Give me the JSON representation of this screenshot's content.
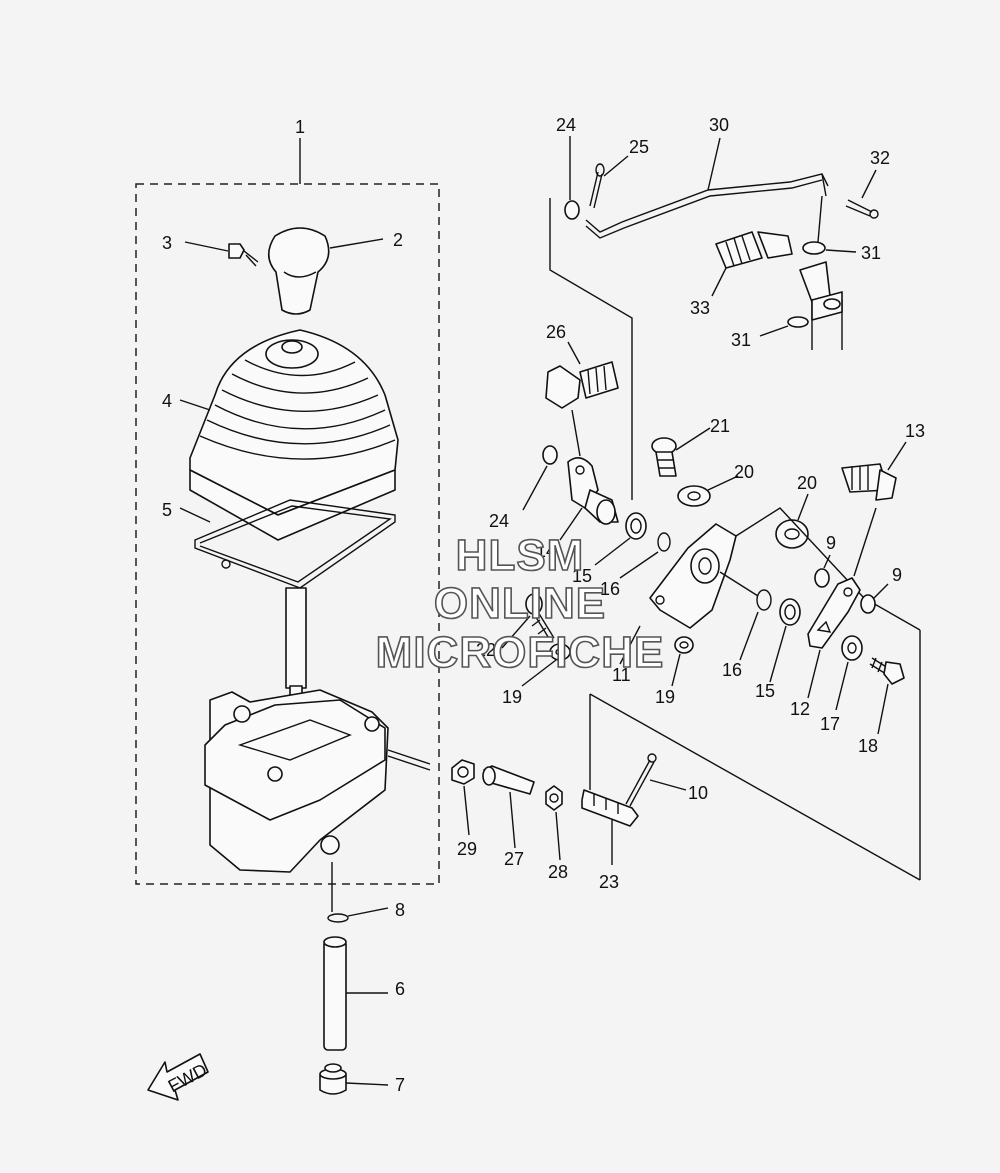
{
  "callouts": [
    "1",
    "2",
    "3",
    "4",
    "5",
    "6",
    "7",
    "8",
    "9",
    "9",
    "10",
    "11",
    "12",
    "13",
    "14",
    "15",
    "15",
    "16",
    "16",
    "17",
    "18",
    "19",
    "19",
    "20",
    "20",
    "21",
    "22",
    "23",
    "24",
    "24",
    "25",
    "26",
    "27",
    "28",
    "29",
    "30",
    "31",
    "31",
    "32",
    "33"
  ],
  "watermark": [
    "HLSM",
    "ONLINE",
    "MICROFICHE"
  ],
  "fwd_label": "FWD"
}
